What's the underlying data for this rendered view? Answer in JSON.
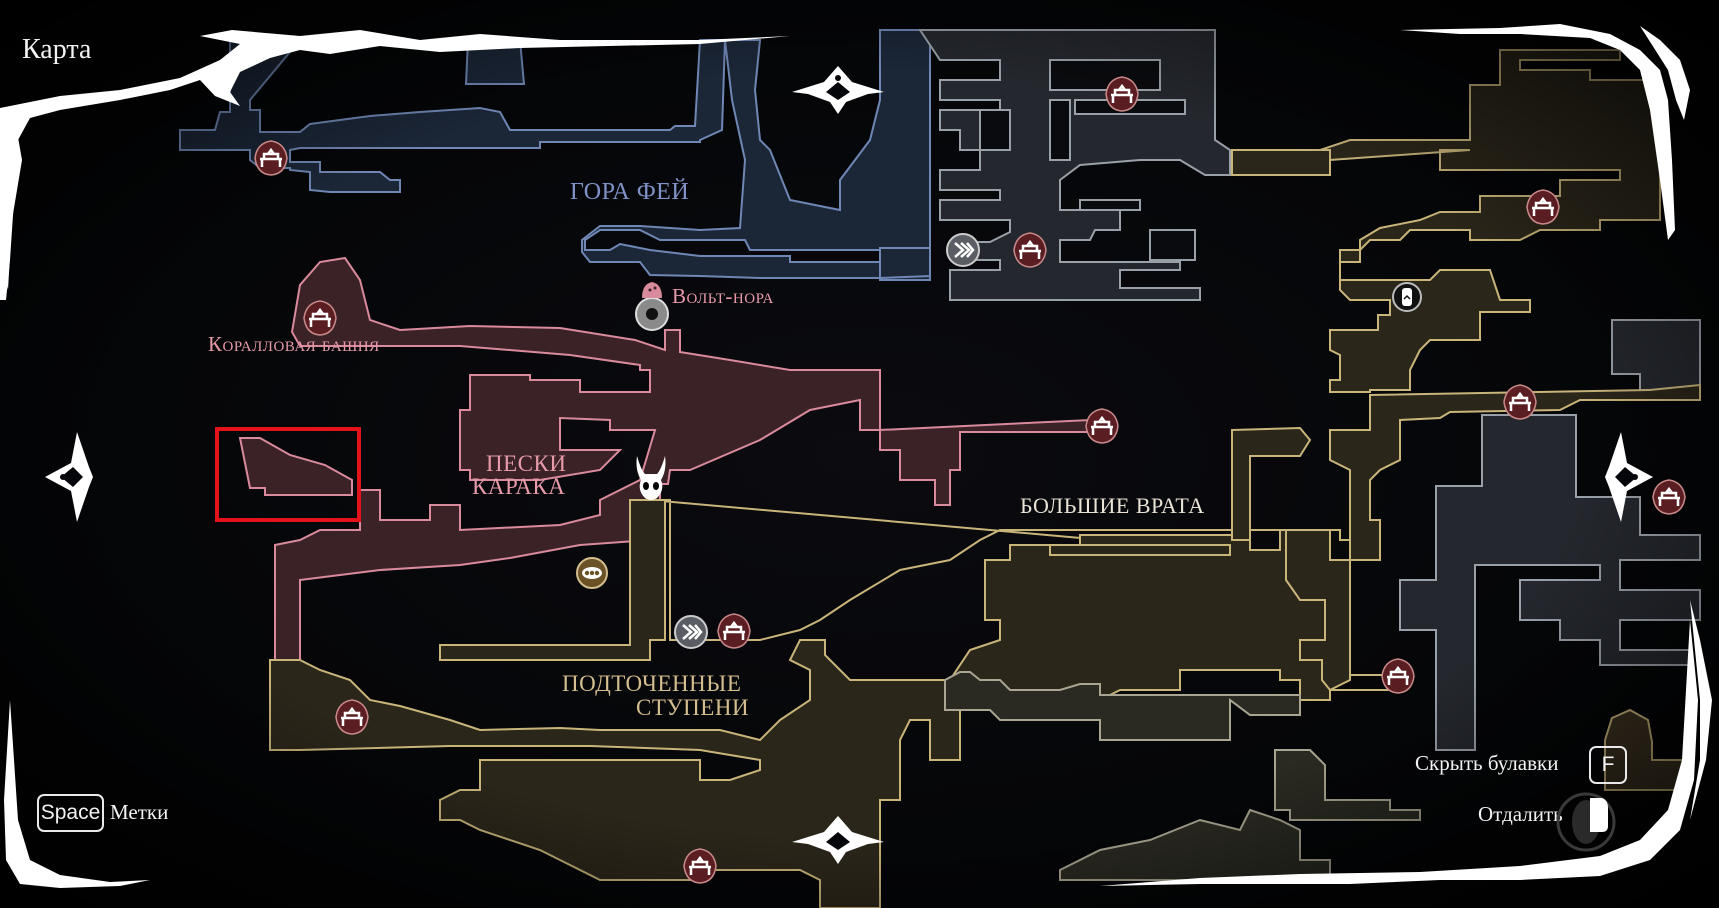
{
  "screen": {
    "title": "Карта"
  },
  "regions": [
    {
      "id": "fay-mountain",
      "name": "ГОРА ФЕЙ",
      "color": "#7f93c9"
    },
    {
      "id": "coral-tower",
      "name": "Коралловая башня",
      "color": "#e79aa9"
    },
    {
      "id": "volt-burrow",
      "name": "Вольт-нора",
      "color": "#e79aa9"
    },
    {
      "id": "sands-of-karak",
      "name_line1": "ПЕСКИ",
      "name_line2": "КАРАКА",
      "color": "#e79aa9"
    },
    {
      "id": "grand-gate",
      "name": "БОЛЬШИЕ ВРАТА",
      "color": "#e9e3d6"
    },
    {
      "id": "wormways",
      "name_line1": "ПОДТОЧЕННЫЕ",
      "name_line2": "СТУПЕНИ",
      "color": "#d4bd8e"
    }
  ],
  "controls": {
    "marks": {
      "key": "Space",
      "label": "Метки"
    },
    "hide_pins": {
      "key": "F",
      "label": "Скрыть булавки"
    },
    "zoom_out": {
      "label": "Отдалить"
    }
  },
  "colors": {
    "blue_region": "#7d97c4",
    "pink_region": "#d98a9c",
    "gold_region": "#c9b47a",
    "grey_region": "#9aa0a8",
    "bench_pin": "#5a1e22",
    "highlight": "#e3121b"
  },
  "pins": [
    {
      "type": "bench"
    },
    {
      "type": "bench"
    },
    {
      "type": "bench"
    },
    {
      "type": "bench"
    },
    {
      "type": "bench"
    },
    {
      "type": "bench"
    },
    {
      "type": "bench"
    },
    {
      "type": "bench"
    },
    {
      "type": "bench"
    },
    {
      "type": "bench"
    },
    {
      "type": "bench"
    },
    {
      "type": "bench"
    },
    {
      "type": "player-knight"
    },
    {
      "type": "bellway-station"
    },
    {
      "type": "fast-travel"
    },
    {
      "type": "fast-travel"
    },
    {
      "type": "vendor"
    },
    {
      "type": "ventrica"
    }
  ]
}
